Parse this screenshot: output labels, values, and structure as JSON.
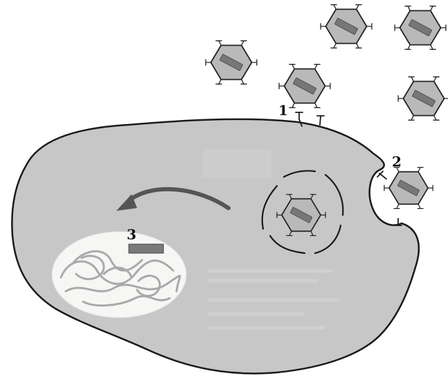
{
  "diagram": {
    "labels": {
      "step1": "1",
      "step2": "2",
      "step3": "3"
    },
    "colors": {
      "cell_fill": "#c7c7c7",
      "cell_outline": "#1a1a1a",
      "nucleus_fill": "#f6f6f4",
      "capsid_fill": "#b9b9b9",
      "capsid_stroke": "#2a2a2a",
      "genome_bar": "#7a7a7a",
      "arrow": "#555555",
      "dna_strand": "#a9a9a9",
      "background": "#ffffff"
    },
    "icons": {
      "virus": "hexagonal-virus-capsid-icon",
      "arrow": "curved-arrow-icon"
    }
  }
}
